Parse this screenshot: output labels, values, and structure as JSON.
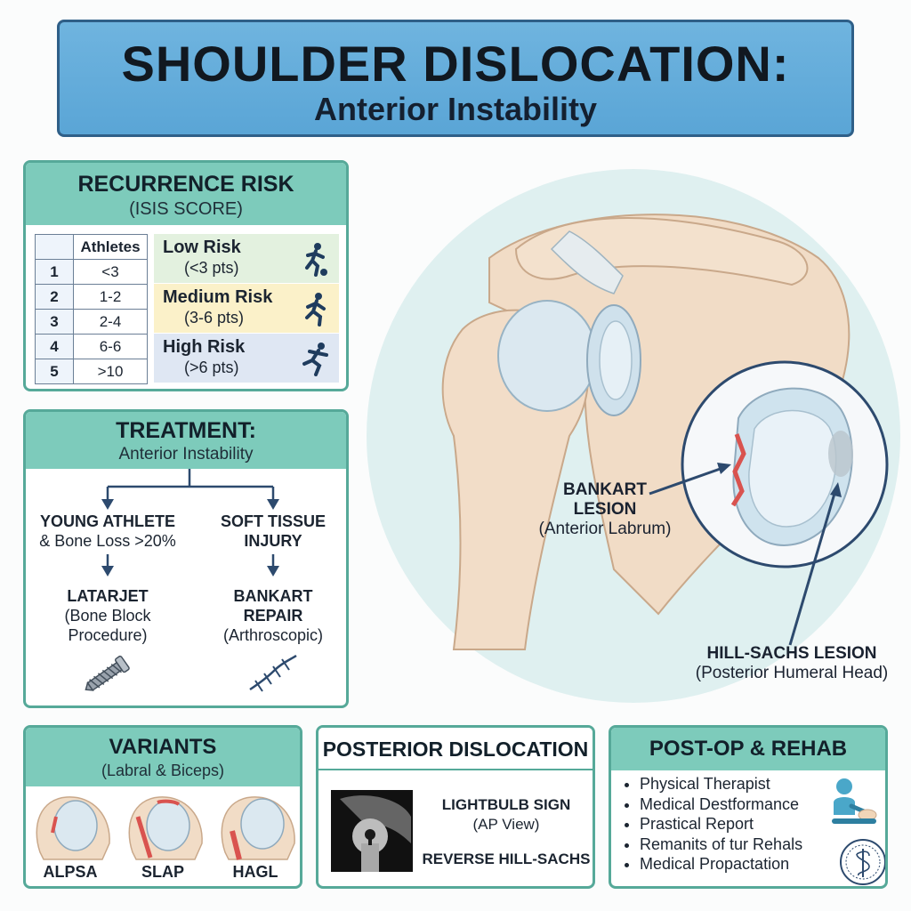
{
  "header": {
    "title": "SHOULDER DISLOCATION:",
    "subtitle": "Anterior Instability"
  },
  "recurrence": {
    "title": "RECURRENCE RISK",
    "subtitle": "(ISIS SCORE)",
    "table_header": "Athletes",
    "rows": [
      {
        "n": "1",
        "v": "<3"
      },
      {
        "n": "2",
        "v": "1-2"
      },
      {
        "n": "3",
        "v": "2-4"
      },
      {
        "n": "4",
        "v": "6-6"
      },
      {
        "n": "5",
        "v": ">10"
      }
    ],
    "bands": [
      {
        "label": "Low Risk",
        "range": "(<3 pts)",
        "color": "#e3f1df",
        "icon": "soccer-player-icon"
      },
      {
        "label": "Medium Risk",
        "range": "(3-6 pts)",
        "color": "#fbf1c9",
        "icon": "runner-icon"
      },
      {
        "label": "High Risk",
        "range": "(>6 pts)",
        "color": "#dfe7f3",
        "icon": "sprinter-icon"
      }
    ]
  },
  "treatment": {
    "title": "TREATMENT:",
    "subtitle": "Anterior Instability",
    "left": {
      "line1": "YOUNG ATHLETE",
      "line2": "& Bone Loss >20%",
      "proc1": "LATARJET",
      "proc2": "(Bone Block",
      "proc3": "Procedure)",
      "icon": "screw-icon"
    },
    "right": {
      "line1": "SOFT TISSUE",
      "line2": "INJURY",
      "proc1": "BANKART",
      "proc2": "REPAIR",
      "proc3": "(Arthroscopic)",
      "icon": "suture-icon"
    }
  },
  "anatomy": {
    "bankart_title": "BANKART",
    "bankart_title2": "LESION",
    "bankart_sub": "(Anterior Labrum)",
    "hill_title": "HILL-SACHS LESION",
    "hill_sub": "(Posterior Humeral Head)"
  },
  "variants": {
    "title": "VARIANTS",
    "subtitle": "(Labral & Biceps)",
    "items": [
      "ALPSA",
      "SLAP",
      "HAGL"
    ]
  },
  "posterior": {
    "title": "POSTERIOR DISLOCATION",
    "sign": "LIGHTBULB SIGN",
    "view": "(AP View)",
    "reverse": "REVERSE HILL-SACHS"
  },
  "postop": {
    "title": "POST-OP & REHAB",
    "items": [
      "Physical Therapist",
      "Medical Destformance",
      "Prastical Report",
      "Remanits of tur Rehals",
      "Medical Propactation"
    ],
    "icon": "therapist-icon",
    "seal_icon": "caduceus-seal-icon"
  },
  "colors": {
    "banner": "#5aa5d6",
    "panel_header": "#7dcbbb",
    "panel_border": "#56a999",
    "arrow": "#2d4a6e",
    "lesion_red": "#d9534f"
  }
}
